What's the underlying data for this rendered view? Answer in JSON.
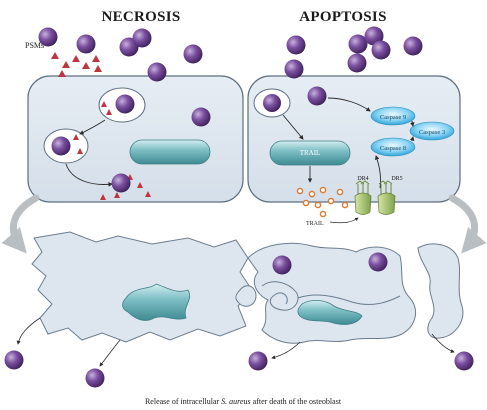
{
  "headings": {
    "left": "NECROSIS",
    "right": "APOPTOSIS"
  },
  "labels": {
    "psms": "PSMs",
    "trail_inner": "TRAIL",
    "trail_outer": "TRAIL",
    "dr4": "DR4",
    "dr5": "DR5"
  },
  "caspases": [
    "Caspase 9",
    "Caspase 3",
    "Caspase 8"
  ],
  "caption": {
    "before": "Release of intracellular ",
    "italic": "S. aureus",
    "after": " after death of the osteoblast"
  },
  "colors": {
    "cell_fill": "#dfe7f0",
    "cell_stroke": "#5c6f82",
    "nucleus": "#5aa0a8",
    "bacterium": "#6a3f8f",
    "psm": "#c0343e",
    "caspase": "#38b2e6",
    "arrow_gray": "#b9bec3"
  }
}
